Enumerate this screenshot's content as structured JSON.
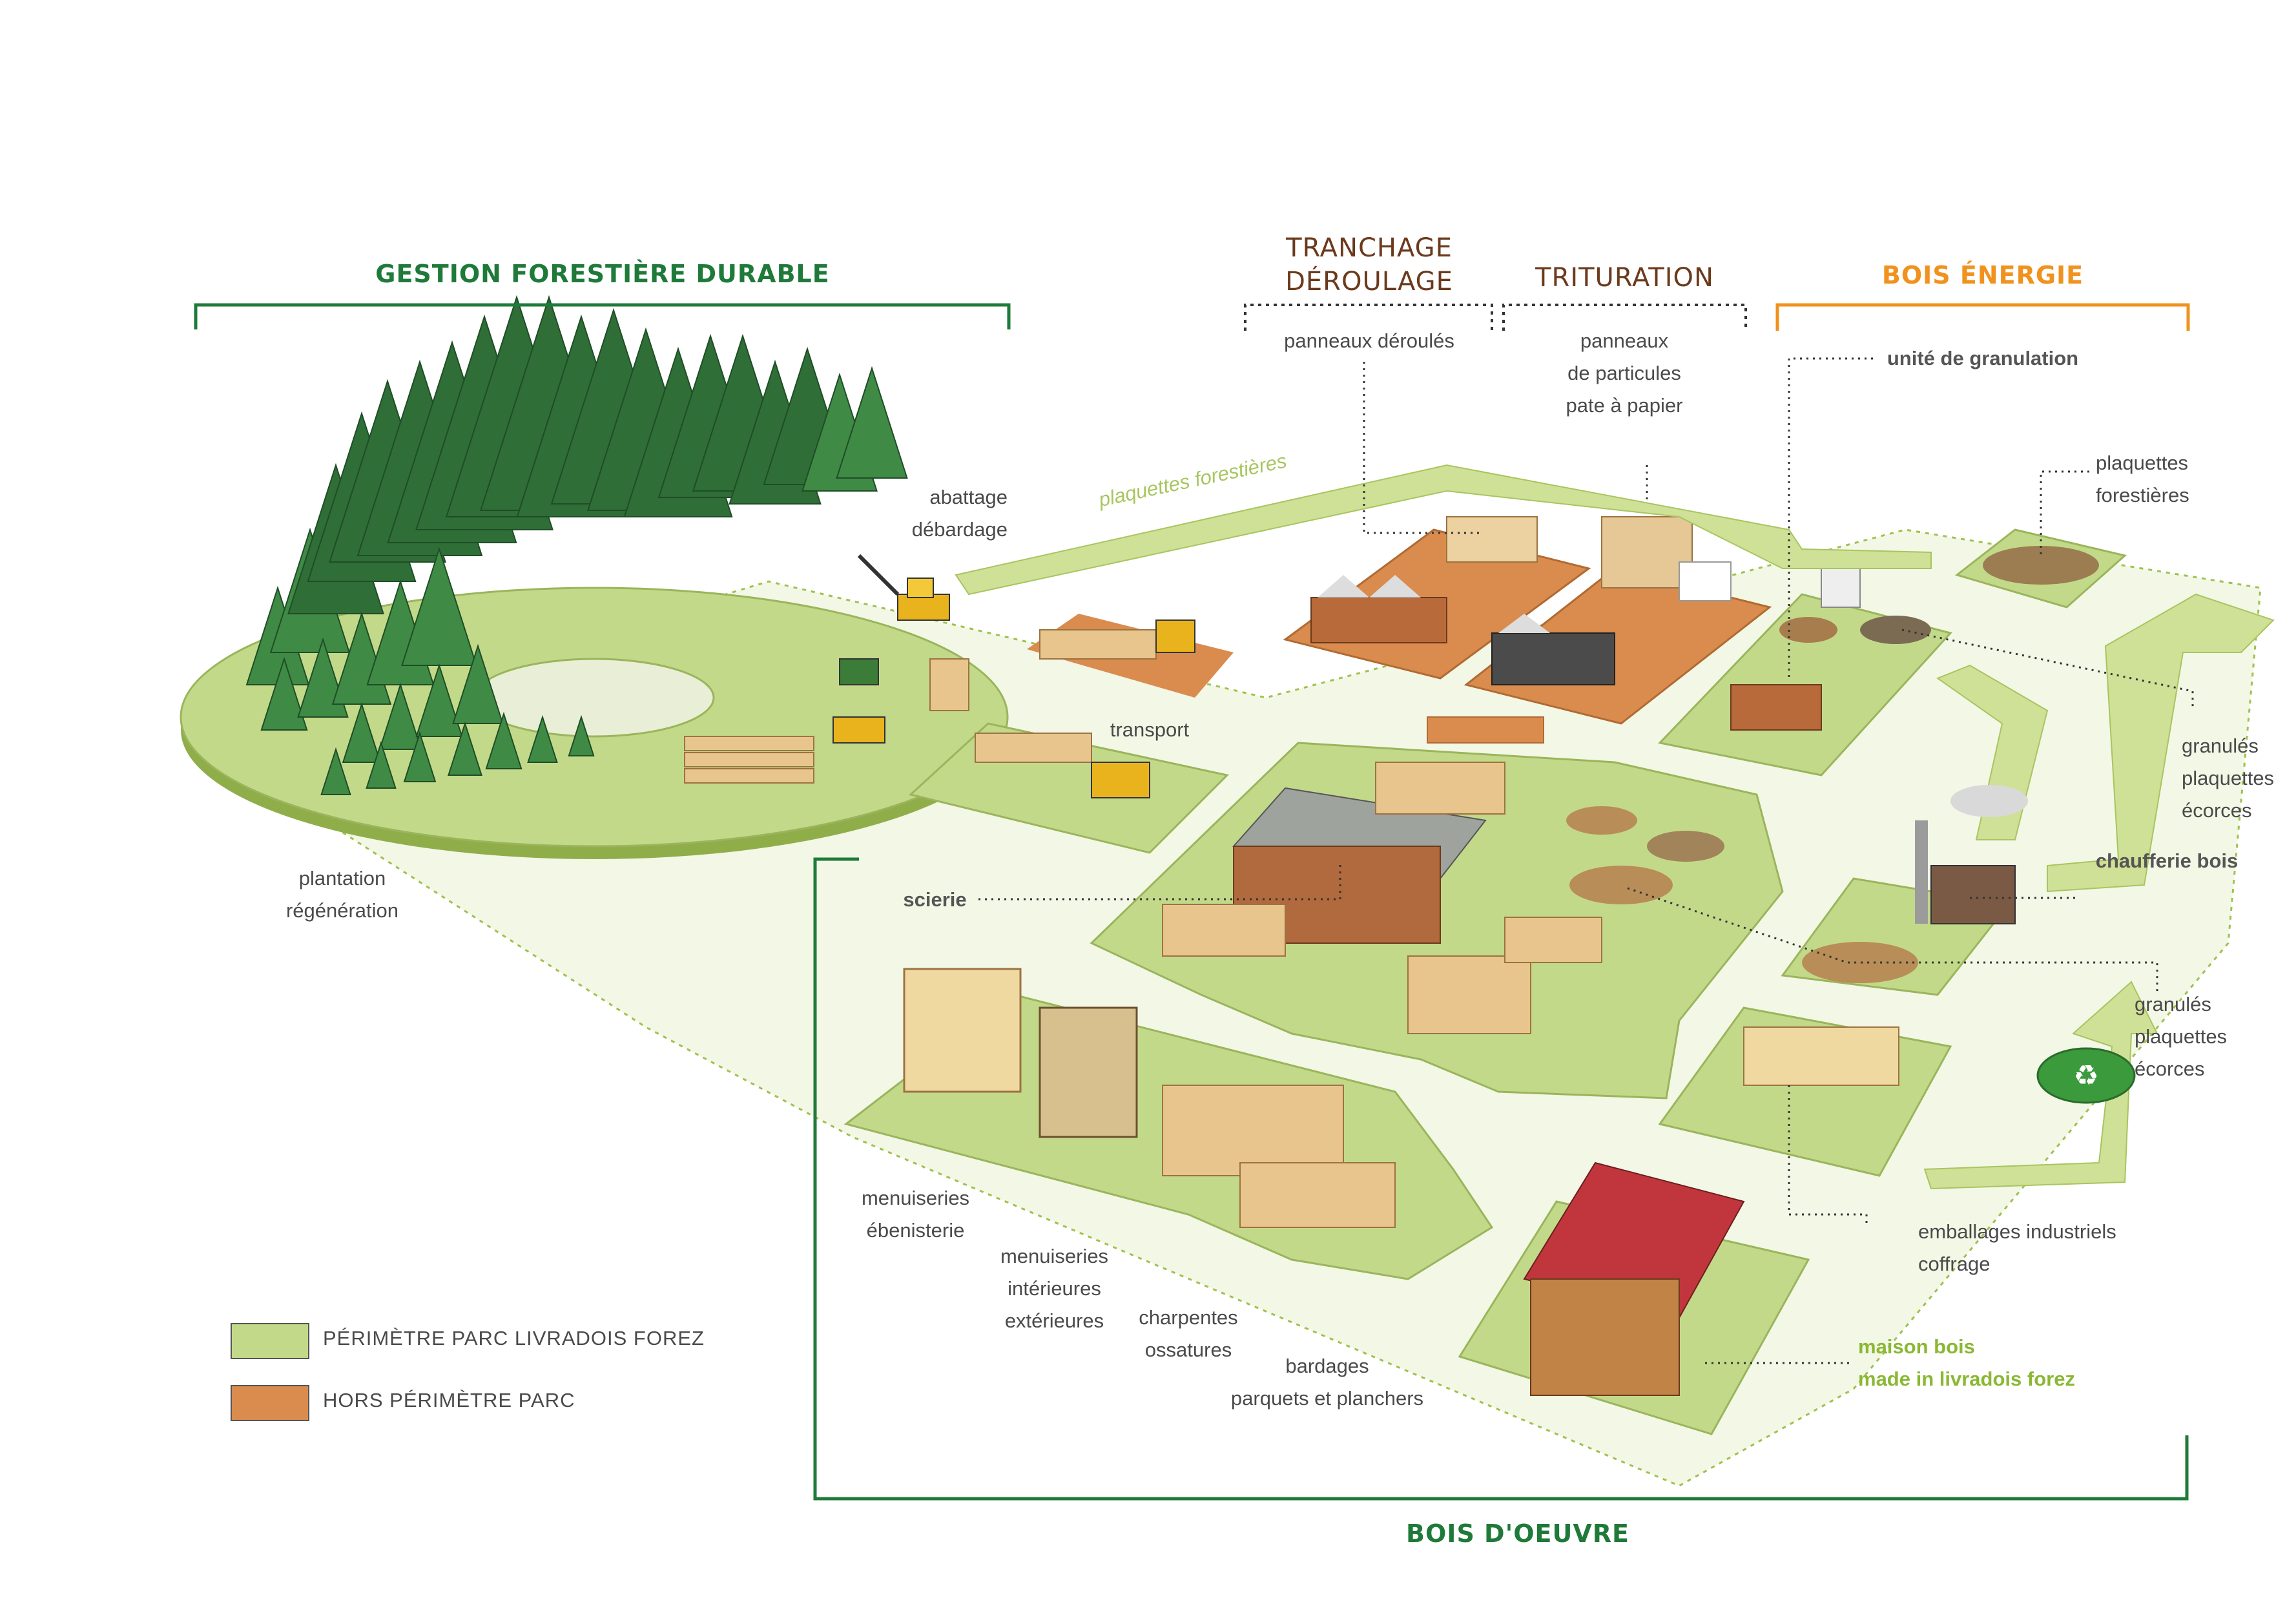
{
  "sections": {
    "gestion": "GESTION FORESTIÈRE DURABLE",
    "tranchage": [
      "TRANCHAGE",
      "DÉROULAGE"
    ],
    "trituration": "TRITURATION",
    "bois_energie": "BOIS ÉNERGIE",
    "bois_oeuvre": "BOIS D'OEUVRE"
  },
  "labels": {
    "abattage": [
      "abattage",
      "débardage"
    ],
    "plantation": [
      "plantation",
      "régénération"
    ],
    "transport": "transport",
    "scierie": "scierie",
    "plaquettes_forestieres_path": "plaquettes forestières",
    "panneaux_deroules": "panneaux déroulés",
    "panneaux_particules": [
      "panneaux",
      "de particules",
      "pate à papier"
    ],
    "unite_granulation": "unité de granulation",
    "plaquettes_forestieres": [
      "plaquettes",
      "forestières"
    ],
    "granules_1": [
      "granulés",
      "plaquettes",
      "écorces"
    ],
    "chaufferie": "chaufferie bois",
    "granules_2": [
      "granulés",
      "plaquettes",
      "écorces"
    ],
    "emballages": [
      "emballages industriels",
      "coffrage"
    ],
    "maison_bois": [
      "maison bois",
      "made in livradois forez"
    ],
    "menuiseries_eb": [
      "menuiseries",
      "ébenisterie"
    ],
    "menuiseries_ie": [
      "menuiseries",
      "intérieures",
      "extérieures"
    ],
    "charpentes": [
      "charpentes",
      "ossatures"
    ],
    "bardages": [
      "bardages",
      "parquets et planchers"
    ]
  },
  "legend": [
    {
      "label": "PÉRIMÈTRE PARC LIVRADOIS FOREZ",
      "color": "#c3d98a"
    },
    {
      "label": "HORS PÉRIMÈTRE PARC",
      "color": "#d98c4e"
    }
  ],
  "colors": {
    "green_zone": "#c3d98a",
    "orange_zone": "#d98c4e",
    "bracket_green": "#1f7a3a",
    "bracket_orange": "#f0921e",
    "path_green": "#cfe097",
    "forest": "#2f6e37"
  }
}
